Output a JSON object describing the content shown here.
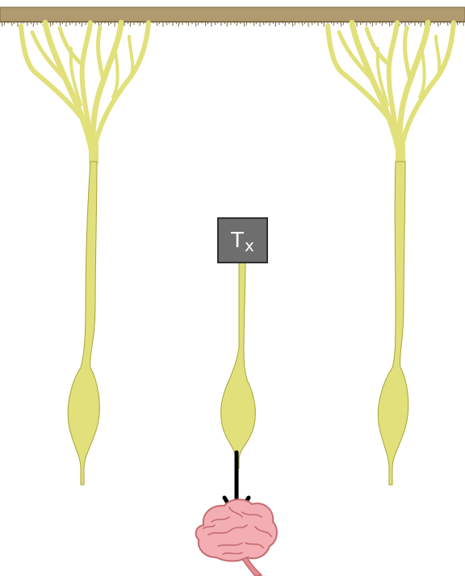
{
  "diagram": {
    "transducer_label": "T",
    "transducer_subscript": "x",
    "colors": {
      "skin": "#b09a70",
      "skin_dark": "#7d6a45",
      "neuron": "#e1e07a",
      "neuron_stroke": "#a7a43a",
      "box": "#6e6e6e",
      "box_border": "#2f2f2f",
      "arrow": "#000000",
      "brain": "#f2aeb2",
      "brain_stroke": "#c56b72"
    },
    "icons": [
      "receptor-neuron",
      "brain-icon",
      "arrow-down-icon"
    ]
  }
}
